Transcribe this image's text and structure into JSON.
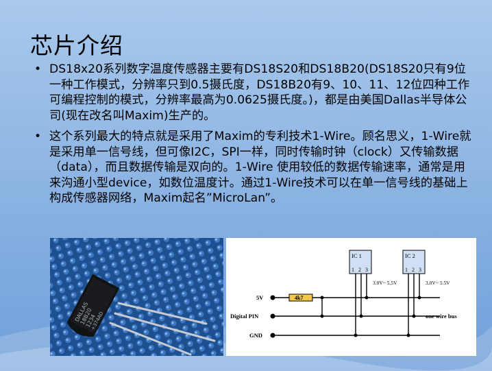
{
  "slide": {
    "title": "芯片介绍",
    "bullets": [
      {
        "marker": "•",
        "text": "DS18x20系列数字温度传感器主要有DS18S20和DS18B20(DS18S20只有9位一种工作模式，分辨率只到0.5摄氏度，DS18B20有9、10、11、12位四种工作可编程控制的模式，分辨率最高为0.0625摄氏度。)，都是由美国Dallas半导体公司(现在改名叫Maxim)生产的。"
      },
      {
        "marker": "•",
        "text": "这个系列最大的特点就是采用了Maxim的专利技术1-Wire。顾名思义，1-Wire就是采用单一信号线，但可像I2C，SPI一样，同时传输时钟（clock）又传输数据（data），而且数据传输是双向的。1-Wire 使用较低的数据传输速率，通常是用来沟通小型device，如数位温度计。通过1-Wire技术可以在单一信号线的基础上构成传感器网络，Maxim起名”MicroLan”。"
      }
    ]
  },
  "photo": {
    "chip_lines": [
      "DALLAS",
      "18B20",
      "1234",
      "+374AD"
    ]
  },
  "circuit": {
    "ic1_label": "IC 1",
    "ic2_label": "IC 2",
    "ic1_pins": [
      "1",
      "2",
      "3"
    ],
    "ic2_pins": [
      "1",
      "2",
      "3"
    ],
    "ic1_voltage": "3.0V~ 5.5V",
    "ic2_voltage": "3.0V~ 5.5V",
    "resistor_label": "4k7",
    "line_5v": "5V",
    "line_digital": "Digital PIN",
    "line_gnd": "GND",
    "bus_label": "one wire bus"
  }
}
